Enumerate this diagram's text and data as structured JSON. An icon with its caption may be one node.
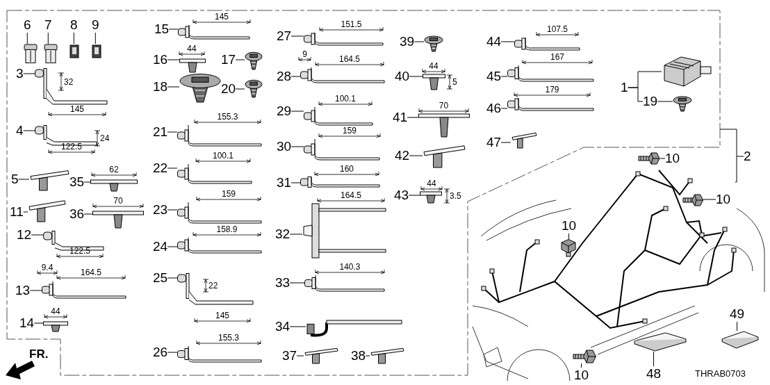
{
  "diagram": {
    "nodes": [
      {
        "text": [
          "6"
        ]
      },
      {
        "text": [],
        "shape": "picture"
      },
      {
        "text": [
          "7"
        ]
      },
      {
        "text": [],
        "shape": "picture"
      },
      {
        "text": [
          "8"
        ]
      },
      {
        "text": [],
        "shape": "picture"
      },
      {
        "text": [
          "9"
        ]
      },
      {
        "text": [],
        "shape": "picture"
      },
      {
        "text": [
          "3"
        ]
      },
      {
        "text": [],
        "shape": "picture"
      },
      {
        "text": [
          "4"
        ]
      },
      {
        "text": [],
        "shape": "picture"
      },
      {
        "text": [
          "5"
        ]
      },
      {
        "text": [],
        "shape": "picture"
      },
      {
        "text": [
          "35"
        ]
      },
      {
        "text": [],
        "shape": "picture"
      },
      {
        "text": [
          "11"
        ]
      },
      {
        "text": [],
        "shape": "picture"
      },
      {
        "text": [
          "36"
        ]
      },
      {
        "text": [],
        "shape": "picture"
      },
      {
        "text": [
          "12"
        ]
      },
      {
        "text": [],
        "shape": "picture"
      },
      {
        "text": [
          "13"
        ]
      },
      {
        "text": [],
        "shape": "picture"
      },
      {
        "text": [
          "14"
        ]
      },
      {
        "text": [],
        "shape": "picture"
      },
      {
        "text": [
          "15"
        ]
      },
      {
        "text": [],
        "shape": "picture"
      },
      {
        "text": [
          "16"
        ]
      },
      {
        "text": [],
        "shape": "picture"
      },
      {
        "text": [
          "17"
        ]
      },
      {
        "text": [],
        "shape": "picture"
      },
      {
        "text": [
          "18"
        ]
      },
      {
        "text": [],
        "shape": "picture"
      },
      {
        "text": [
          "20"
        ]
      },
      {
        "text": [],
        "shape": "picture"
      },
      {
        "text": [
          "21"
        ]
      },
      {
        "text": [],
        "shape": "picture"
      },
      {
        "text": [
          "22"
        ]
      },
      {
        "text": [],
        "shape": "picture"
      },
      {
        "text": [
          "23"
        ]
      },
      {
        "text": [],
        "shape": "picture"
      },
      {
        "text": [
          "24"
        ]
      },
      {
        "text": [],
        "shape": "picture"
      },
      {
        "text": [
          "25"
        ]
      },
      {
        "text": [],
        "shape": "picture"
      },
      {
        "text": [
          "26"
        ]
      },
      {
        "text": [],
        "shape": "picture"
      },
      {
        "text": [
          "27"
        ]
      },
      {
        "text": [],
        "shape": "picture"
      },
      {
        "text": [
          "28"
        ]
      },
      {
        "text": [],
        "shape": "picture"
      },
      {
        "text": [
          "29"
        ]
      },
      {
        "text": [],
        "shape": "picture"
      },
      {
        "text": [
          "30"
        ]
      },
      {
        "text": [],
        "shape": "picture"
      },
      {
        "text": [
          "31"
        ]
      },
      {
        "text": [],
        "shape": "picture"
      },
      {
        "text": [
          "32"
        ]
      },
      {
        "text": [],
        "shape": "picture"
      },
      {
        "text": [
          "33"
        ]
      },
      {
        "text": [],
        "shape": "picture"
      },
      {
        "text": [
          "34"
        ]
      },
      {
        "text": [],
        "shape": "picture"
      },
      {
        "text": [
          "37"
        ]
      },
      {
        "text": [],
        "shape": "picture"
      },
      {
        "text": [
          "38"
        ]
      },
      {
        "text": [],
        "shape": "picture"
      },
      {
        "text": [
          "39"
        ]
      },
      {
        "text": [],
        "shape": "picture"
      },
      {
        "text": [
          "40"
        ]
      },
      {
        "text": [],
        "shape": "picture"
      },
      {
        "text": [
          "41"
        ]
      },
      {
        "text": [],
        "shape": "picture"
      },
      {
        "text": [
          "42"
        ]
      },
      {
        "text": [],
        "shape": "picture"
      },
      {
        "text": [
          "43"
        ]
      },
      {
        "text": [],
        "shape": "picture"
      },
      {
        "text": [
          "44"
        ]
      },
      {
        "text": [],
        "shape": "picture"
      },
      {
        "text": [
          "45"
        ]
      },
      {
        "text": [],
        "shape": "picture"
      },
      {
        "text": [
          "46"
        ]
      },
      {
        "text": [],
        "shape": "picture"
      },
      {
        "text": [
          "47"
        ]
      },
      {
        "text": [],
        "shape": "picture"
      },
      {
        "text": [
          "1"
        ]
      },
      {
        "text": [],
        "shape": "picture"
      },
      {
        "text": [
          "19"
        ]
      },
      {
        "text": [],
        "shape": "picture"
      },
      {
        "text": [
          "2"
        ]
      },
      {
        "text": [],
        "shape": "picture"
      },
      {
        "text": [
          "10"
        ]
      },
      {
        "text": [],
        "shape": "picture"
      },
      {
        "text": [
          "10"
        ],
        "in": 91
      },
      {
        "text": [],
        "shape": "picture",
        "in": 91
      },
      {
        "text": [
          "10"
        ],
        "in": 91
      },
      {
        "text": [],
        "shape": "picture",
        "in": 91
      },
      {
        "text": [
          "10"
        ]
      },
      {
        "text": [],
        "shape": "picture"
      },
      {
        "text": [
          "48"
        ]
      },
      {
        "text": [],
        "shape": "picture"
      },
      {
        "text": [
          "49"
        ]
      },
      {
        "text": [],
        "shape": "picture"
      }
    ],
    "edges": [
      {
        "from": 0,
        "to": 1,
        "arrow": "none"
      },
      {
        "from": 2,
        "to": 3,
        "arrow": "none"
      },
      {
        "from": 4,
        "to": 5,
        "arrow": "none"
      },
      {
        "from": 6,
        "to": 7,
        "arrow": "none"
      },
      {
        "from": 8,
        "to": 9,
        "arrow": "none"
      },
      {
        "from": 10,
        "to": 11,
        "arrow": "none"
      },
      {
        "from": 12,
        "to": 13,
        "arrow": "none"
      },
      {
        "from": 14,
        "to": 15,
        "arrow": "none"
      },
      {
        "from": 16,
        "to": 17,
        "arrow": "none"
      },
      {
        "from": 18,
        "to": 19,
        "arrow": "none"
      },
      {
        "from": 20,
        "to": 21,
        "arrow": "none"
      },
      {
        "from": 22,
        "to": 23,
        "arrow": "none"
      },
      {
        "from": 24,
        "to": 25,
        "arrow": "none"
      },
      {
        "from": 26,
        "to": 27,
        "arrow": "none"
      },
      {
        "from": 28,
        "to": 29,
        "arrow": "none"
      },
      {
        "from": 30,
        "to": 31,
        "arrow": "none"
      },
      {
        "from": 32,
        "to": 33,
        "arrow": "none"
      },
      {
        "from": 34,
        "to": 35,
        "arrow": "none"
      },
      {
        "from": 36,
        "to": 37,
        "arrow": "none"
      },
      {
        "from": 38,
        "to": 39,
        "arrow": "none"
      },
      {
        "from": 40,
        "to": 41,
        "arrow": "none"
      },
      {
        "from": 42,
        "to": 43,
        "arrow": "none"
      },
      {
        "from": 44,
        "to": 45,
        "arrow": "none"
      },
      {
        "from": 46,
        "to": 47,
        "arrow": "none"
      },
      {
        "from": 48,
        "to": 49,
        "arrow": "none"
      },
      {
        "from": 50,
        "to": 51,
        "arrow": "none"
      },
      {
        "from": 52,
        "to": 53,
        "arrow": "none"
      },
      {
        "from": 54,
        "to": 55,
        "arrow": "none"
      },
      {
        "from": 56,
        "to": 57,
        "arrow": "none"
      },
      {
        "from": 58,
        "to": 59,
        "arrow": "none"
      },
      {
        "from": 60,
        "to": 61,
        "arrow": "none"
      },
      {
        "from": 62,
        "to": 63,
        "arrow": "none"
      },
      {
        "from": 64,
        "to": 65,
        "arrow": "none"
      },
      {
        "from": 66,
        "to": 67,
        "arrow": "none"
      },
      {
        "from": 68,
        "to": 69,
        "arrow": "none"
      },
      {
        "from": 70,
        "to": 71,
        "arrow": "none"
      },
      {
        "from": 72,
        "to": 73,
        "arrow": "none"
      },
      {
        "from": 74,
        "to": 75,
        "arrow": "none"
      },
      {
        "from": 76,
        "to": 77,
        "arrow": "none"
      },
      {
        "from": 78,
        "to": 79,
        "arrow": "none"
      },
      {
        "from": 80,
        "to": 81,
        "arrow": "none"
      },
      {
        "from": 82,
        "to": 83,
        "arrow": "none"
      },
      {
        "from": 84,
        "to": 85,
        "arrow": "none"
      },
      {
        "from": 86,
        "to": 87,
        "arrow": "none"
      },
      {
        "from": 88,
        "to": 89,
        "arrow": "none"
      },
      {
        "from": 90,
        "to": 91,
        "arrow": "none"
      },
      {
        "from": 92,
        "to": 93,
        "arrow": "none"
      },
      {
        "from": 94,
        "to": 95,
        "arrow": "none"
      },
      {
        "from": 96,
        "to": 97,
        "arrow": "none"
      },
      {
        "from": 98,
        "to": 99,
        "arrow": "none"
      },
      {
        "from": 100,
        "to": 101,
        "arrow": "none"
      },
      {
        "from": 102,
        "to": 103,
        "arrow": "none"
      },
      {
        "from": 86,
        "to": 88,
        "arrow": "none"
      }
    ],
    "labels": [
      "32",
      "145",
      "24",
      "122.5",
      "62",
      "70",
      "122.5",
      "9.4",
      "164.5",
      "44",
      "145",
      "44",
      "155.3",
      "100.1",
      "159",
      "158.9",
      "22",
      "145",
      "155.3",
      "151.5",
      "9",
      "164.5",
      "100.1",
      "159",
      "160",
      "164.5",
      "140.3",
      "44",
      "5",
      "70",
      "44",
      "3.5",
      "107.5",
      "167",
      "179",
      "FR.",
      "THRAB0703"
    ]
  }
}
